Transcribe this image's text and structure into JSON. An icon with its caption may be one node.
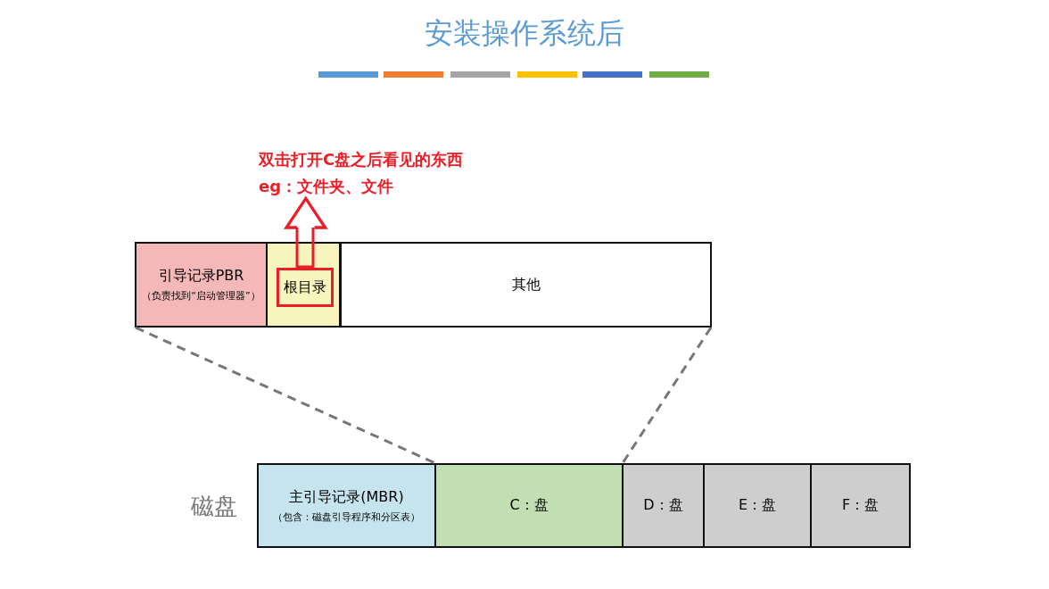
{
  "diagram": {
    "title": "安装操作系统后",
    "nodes": [
      {
        "text": [
          "引导记录PBR",
          "（负责找到“启动管理器”）"
        ]
      },
      {
        "text": [],
        "shape": "box"
      },
      {
        "text": [
          "根目录"
        ],
        "in": 1
      },
      {
        "text": [
          "其他"
        ]
      },
      {
        "text": [
          "双击打开C盘之后看见的东西",
          "eg：文件夹、文件"
        ]
      },
      {
        "text": [
          "主引导记录(MBR)",
          "（包含：磁盘引导程序和分区表）"
        ],
        "beside": [
          "磁盘"
        ]
      },
      {
        "text": [
          "C：盘"
        ]
      },
      {
        "text": [
          "D：盘"
        ]
      },
      {
        "text": [
          "E：盘"
        ]
      },
      {
        "text": [
          "F：盘"
        ]
      }
    ],
    "edges": [
      {
        "from": 2,
        "to": 4,
        "arrow": "to",
        "color": "#ee1c25"
      },
      {
        "from": 0,
        "to": 6,
        "arrow": "none",
        "style": "dashed"
      },
      {
        "from": 3,
        "to": 6,
        "arrow": "none",
        "style": "dashed"
      }
    ]
  }
}
